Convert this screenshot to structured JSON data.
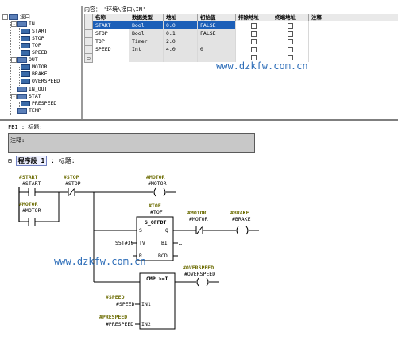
{
  "tree": {
    "root": "接口",
    "in": "IN",
    "in_items": [
      "START",
      "STOP",
      "TOP",
      "SPEED"
    ],
    "out": "OUT",
    "out_items": [
      "MOTOR",
      "BRAKE",
      "OVERSPEED"
    ],
    "in_out": "IN_OUT",
    "stat": "STAT",
    "stat_items": [
      "PRESPEED"
    ],
    "temp": "TEMP"
  },
  "path": {
    "label": "内容：",
    "value": "'环境\\接口\\IN'"
  },
  "decl": {
    "headers": [
      "名称",
      "数据类型",
      "地址",
      "初始值",
      "排除地址",
      "终端地址",
      "注释"
    ],
    "rows": [
      {
        "name": "START",
        "type": "Bool",
        "addr": "0.0",
        "init": "FALSE"
      },
      {
        "name": "STOP",
        "type": "Bool",
        "addr": "0.1",
        "init": "FALSE"
      },
      {
        "name": "TOP",
        "type": "Timer",
        "addr": "2.0",
        "init": ""
      },
      {
        "name": "SPEED",
        "type": "Int",
        "addr": "4.0",
        "init": "0"
      },
      {
        "name": "",
        "type": "",
        "addr": "",
        "init": ""
      }
    ]
  },
  "fb_line": "FB1 : 标题:",
  "comment": "注释:",
  "network": {
    "prefix": "⊟",
    "label": "程序段",
    "num": "1",
    "rest": ": 标题:"
  },
  "ladder": {
    "start_addr": "#START",
    "start_name": "#START",
    "stop_addr": "#STOP",
    "stop_name": "#STOP",
    "motor_coil_addr": "#MOTOR",
    "motor_coil_name": "#MOTOR",
    "motor_seal_addr": "#MOTOR",
    "motor_seal_name": "#MOTOR",
    "tof_addr": "#TOF",
    "tof_name": "#TOF",
    "timer_title": "S_OFFDT",
    "pin_s": "S",
    "pin_q": "Q",
    "pin_tv": "TV",
    "pin_bi": "BI",
    "pin_r": "R",
    "pin_bcd": "BCD",
    "tv_value": "S5T#3S",
    "bi_out": "…",
    "bcd_out": "…",
    "r_in": "…",
    "motor2_addr": "#MOTOR",
    "motor2_name": "#MOTOR",
    "brake_addr": "#BRAKE",
    "brake_name": "#BRAKE",
    "cmp_title": "CMP >=I",
    "in1": "IN1",
    "in2": "IN2",
    "speed_addr": "#SPEED",
    "speed_name": "#SPEED",
    "prespeed_addr": "#PRESPEED",
    "prespeed_name": "#PRESPEED",
    "ovs_addr": "#OVERSPEED",
    "ovs_name": "#OVERSPEED"
  },
  "watermark": "www.dzkfw.com.cn"
}
